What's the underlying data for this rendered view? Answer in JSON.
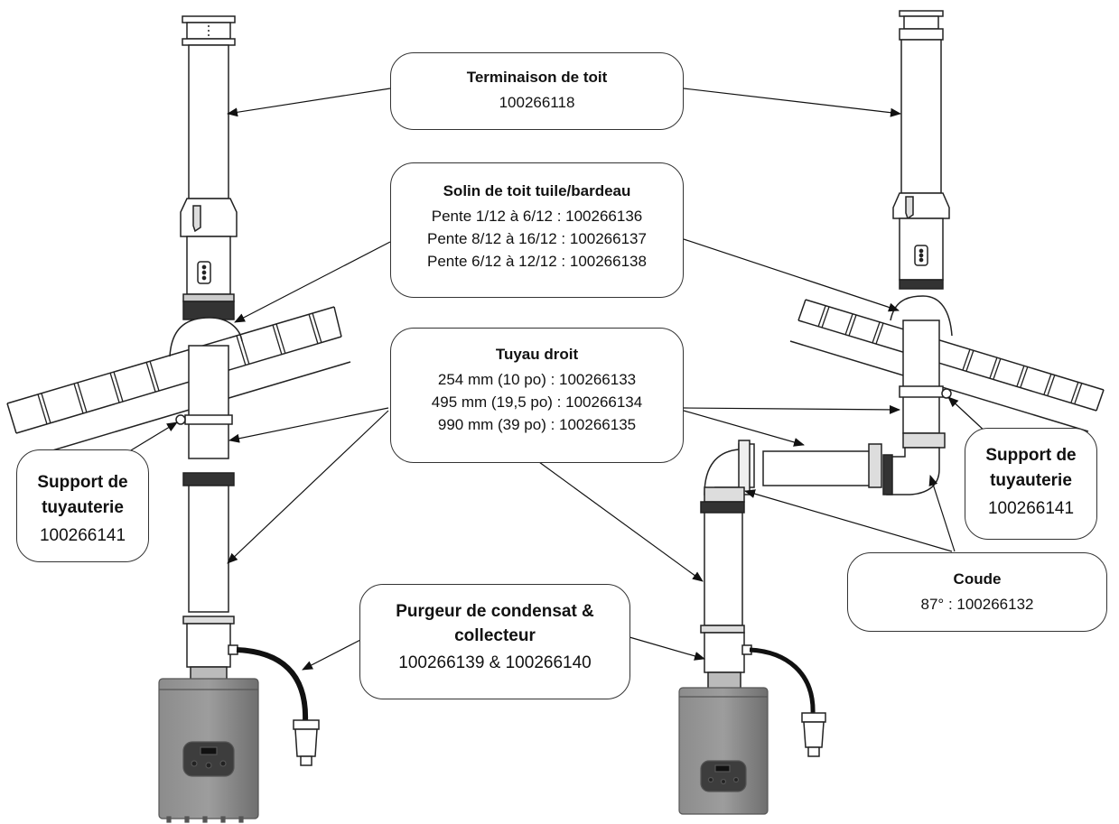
{
  "callouts": {
    "roof_termination": {
      "title": "Terminaison de toit",
      "lines": [
        "100266118"
      ]
    },
    "roof_flashing": {
      "title": "Solin de toit tuile/bardeau",
      "lines": [
        "Pente 1/12 à 6/12 : 100266136",
        "Pente 8/12 à 16/12 : 100266137",
        "Pente 6/12 à 12/12 : 100266138"
      ]
    },
    "straight_pipe": {
      "title": "Tuyau droit",
      "lines": [
        "254 mm (10 po) : 100266133",
        "495 mm (19,5 po) : 100266134",
        "990 mm (39 po) : 100266135"
      ]
    },
    "pipe_support_left": {
      "title": "Support de tuyauterie",
      "lines": [
        "100266141"
      ]
    },
    "pipe_support_right": {
      "title": "Support de tuyauterie",
      "lines": [
        "100266141"
      ]
    },
    "elbow": {
      "title": "Coude",
      "lines": [
        "87° : 100266132"
      ]
    },
    "condensate_trap": {
      "title": "Purgeur de condensat & collecteur",
      "lines": [
        "100266139 & 100266140"
      ]
    }
  },
  "colors": {
    "line": "#222222",
    "heater": "#7a7a7a",
    "heater_panel": "#4a4a4a",
    "hose": "#111111"
  }
}
